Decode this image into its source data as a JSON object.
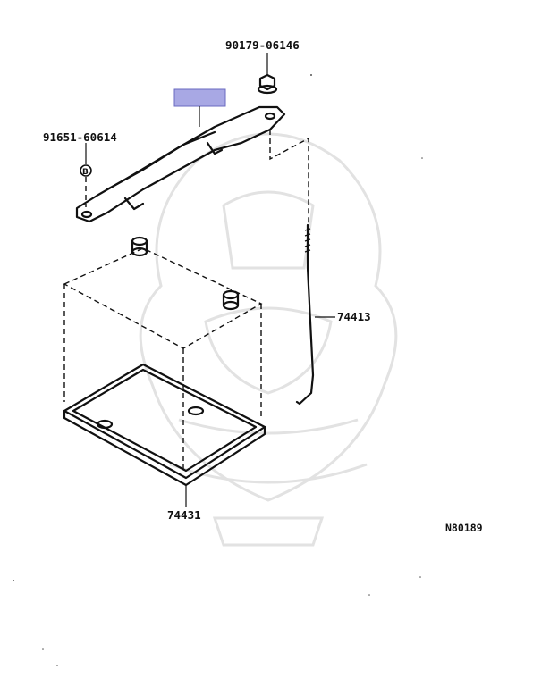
{
  "labels": {
    "nut": "90179-06146",
    "clip": "91651-60614",
    "rod": "74413",
    "tray": "74431",
    "code": "N80189"
  },
  "colors": {
    "highlight_fill": "#a8a8e4",
    "highlight_stroke": "#6a6ac0",
    "line": "#111111",
    "watermark": "#e2e2e2"
  },
  "icons": {
    "clip_marker": "circled-B-icon",
    "watermark": "samurai-helmet-watermark"
  }
}
